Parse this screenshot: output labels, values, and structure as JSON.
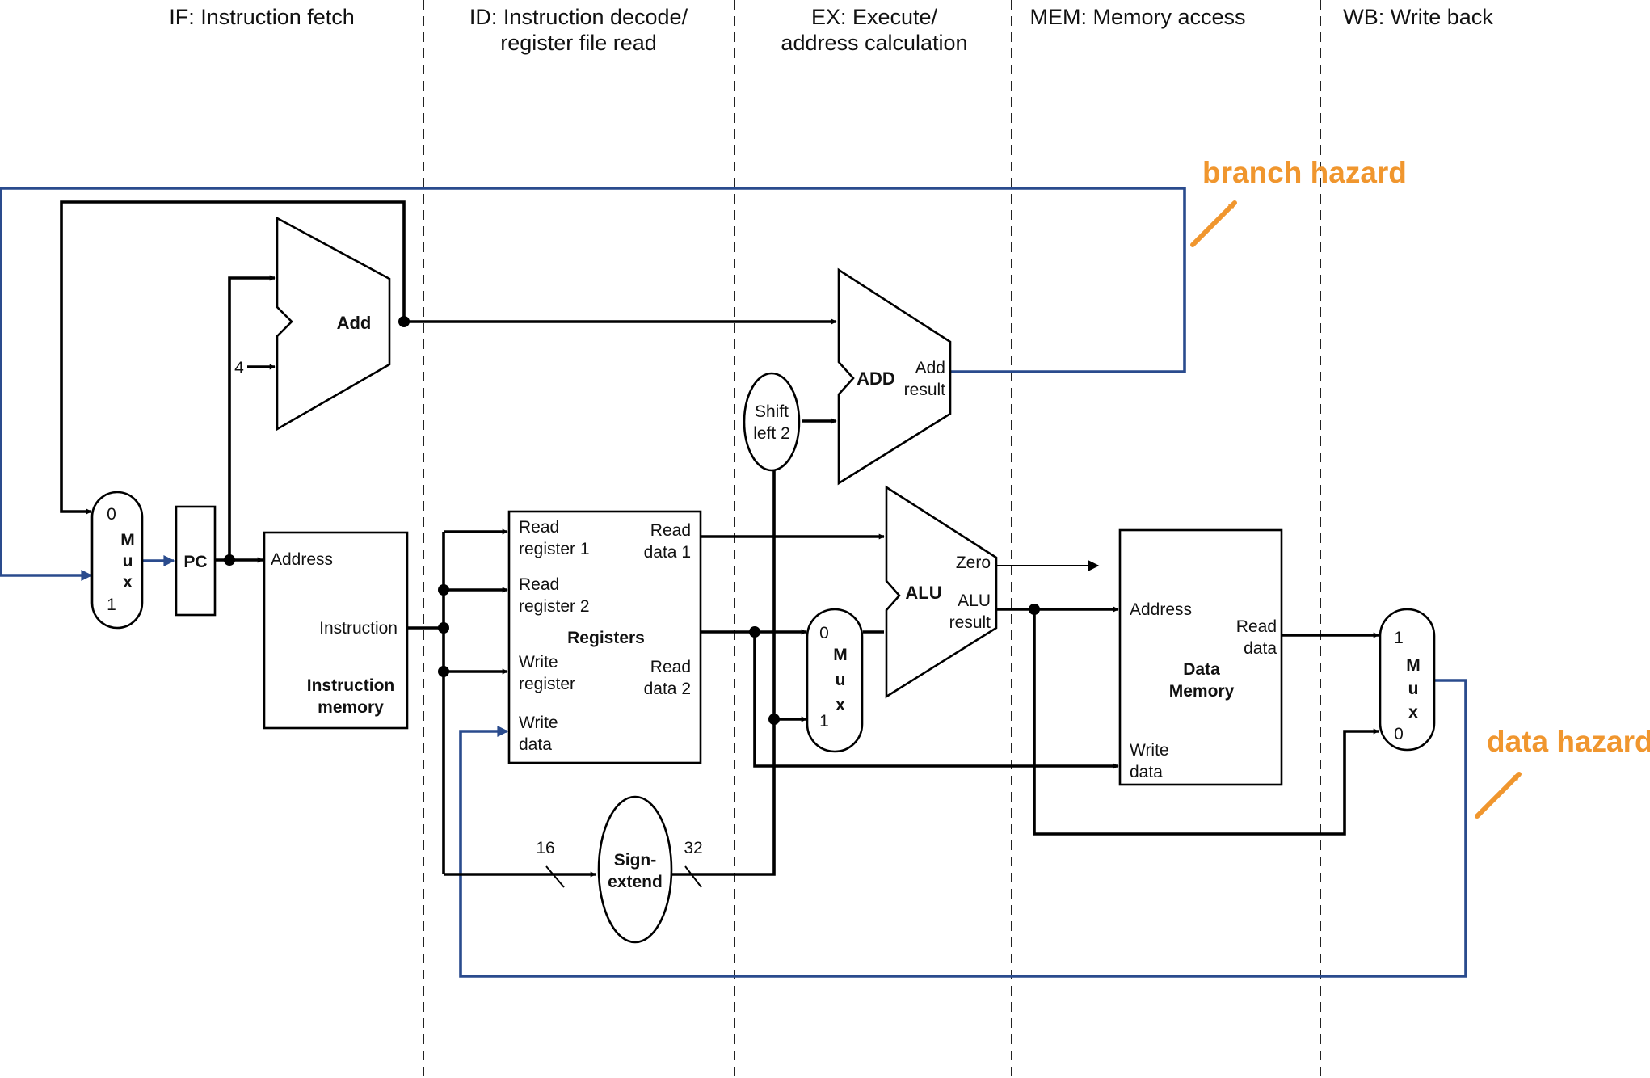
{
  "stages": [
    {
      "line1": "IF: Instruction fetch",
      "line2": ""
    },
    {
      "line1": "ID: Instruction decode/",
      "line2": "register file read"
    },
    {
      "line1": "EX: Execute/",
      "line2": "address calculation"
    },
    {
      "line1": "MEM: Memory access",
      "line2": ""
    },
    {
      "line1": "WB: Write back",
      "line2": ""
    }
  ],
  "hazards": {
    "branch": "branch hazard",
    "data": "data hazard"
  },
  "mux1": {
    "m": "M",
    "u": "u",
    "x": "x",
    "in0": "0",
    "in1": "1"
  },
  "pc": "PC",
  "adder": {
    "label": "Add",
    "const4": "4"
  },
  "imem": {
    "address": "Address",
    "instruction": "Instruction",
    "title1": "Instruction",
    "title2": "memory"
  },
  "registers": {
    "read_reg1_a": "Read",
    "read_reg1_b": "register 1",
    "read_reg2_a": "Read",
    "read_reg2_b": "register 2",
    "write_reg_a": "Write",
    "write_reg_b": "register",
    "write_data_a": "Write",
    "write_data_b": "data",
    "read_data1_a": "Read",
    "read_data1_b": "data 1",
    "read_data2_a": "Read",
    "read_data2_b": "data 2",
    "title": "Registers"
  },
  "sign_extend": {
    "line1": "Sign-",
    "line2": "extend",
    "in_bits": "16",
    "out_bits": "32"
  },
  "shift": {
    "line1": "Shift",
    "line2": "left 2"
  },
  "branch_adder": {
    "label": "ADD",
    "result1": "Add",
    "result2": "result"
  },
  "mux2": {
    "m": "M",
    "u": "u",
    "x": "x",
    "in0": "0",
    "in1": "1"
  },
  "alu": {
    "label": "ALU",
    "zero": "Zero",
    "result1": "ALU",
    "result2": "result"
  },
  "dmem": {
    "address": "Address",
    "read1": "Read",
    "read2": "data",
    "write1": "Write",
    "write2": "data",
    "title1": "Data",
    "title2": "Memory"
  },
  "mux3": {
    "m": "M",
    "u": "u",
    "x": "x",
    "in1": "1",
    "in0": "0"
  },
  "colors": {
    "wire": "#000000",
    "hazard_wire": "#2a4b8d",
    "hazard_text": "#f0962e"
  }
}
